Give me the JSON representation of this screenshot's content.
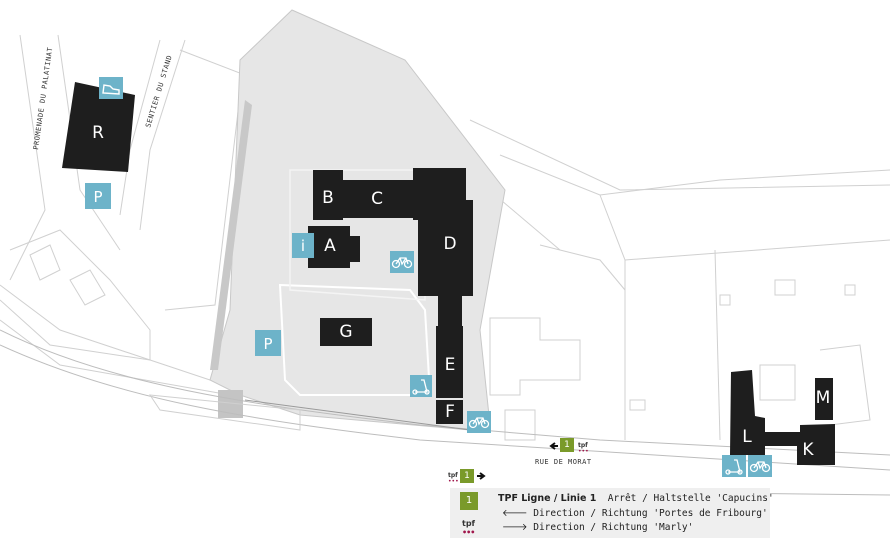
{
  "colors": {
    "building": "#1e1e1e",
    "campus_area": "#e6e6e6",
    "badge": "#6db3c9",
    "tpf_green": "#7a9a2a",
    "tpf_dots": "#a0164b"
  },
  "roads": {
    "promenade": "PROMENADE DU PALATINAT",
    "sentier": "SENTIER DU STAND",
    "rue_de_morat": "RUE DE MORAT"
  },
  "buildings": {
    "R": "R",
    "B": "B",
    "C": "C",
    "A": "A",
    "D": "D",
    "G": "G",
    "E": "E",
    "F": "F",
    "L": "L",
    "M": "M",
    "K": "K"
  },
  "badges": {
    "parking": "P",
    "info": "i"
  },
  "bus_stop": {
    "line_number": "1",
    "tpf_logo": "tpf"
  },
  "legend": {
    "line_number": "1",
    "tpf_logo": "tpf",
    "title": "TPF Ligne / Linie 1",
    "stop": "Arrêt / Haltstelle 'Capucins'",
    "direction_1": "Direction / Richtung 'Portes de Fribourg'",
    "direction_2": "Direction / Richtung 'Marly'",
    "arrow_left": "🡐",
    "arrow_right": "🡒"
  },
  "icons": [
    "shoe-icon",
    "bicycle-icon",
    "scooter-icon",
    "bus-stop-icon",
    "arrow-left-icon",
    "arrow-right-icon"
  ]
}
